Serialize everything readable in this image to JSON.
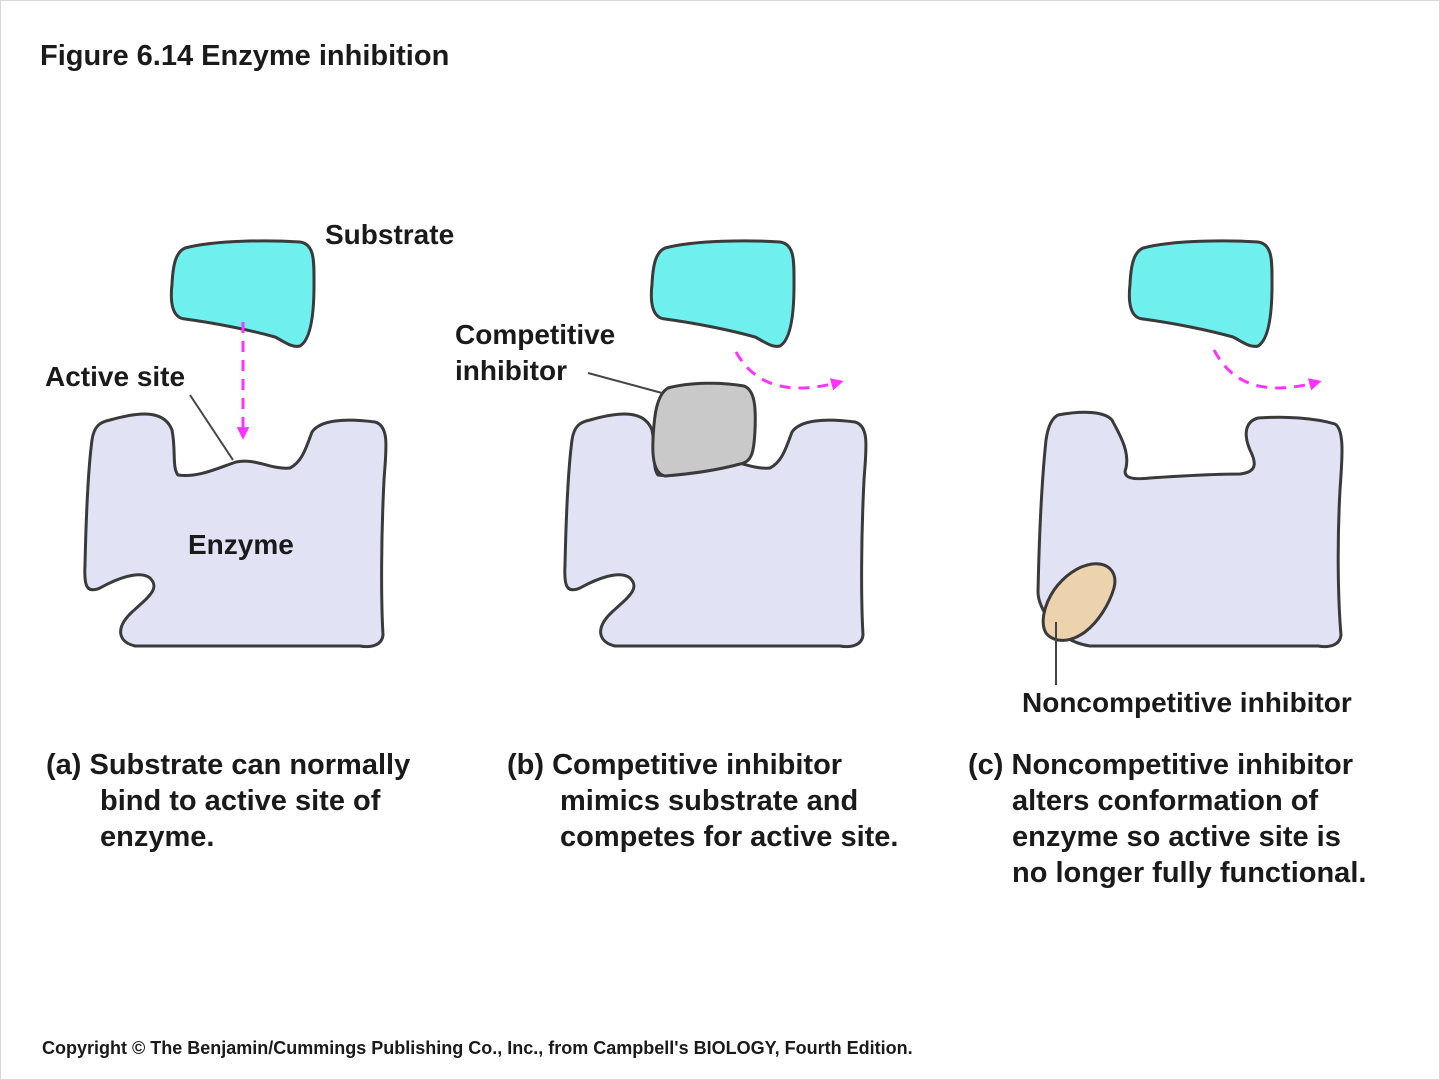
{
  "figure": {
    "title": "Figure 6.14  Enzyme inhibition",
    "copyright": "Copyright © The Benjamin/Cummings Publishing Co., Inc., from Campbell's BIOLOGY, Fourth Edition."
  },
  "colors": {
    "enzyme_fill": "#e1e3f5",
    "outline": "#3a3a3a",
    "substrate_fill": "#6ff0ee",
    "competitive_inhibitor_fill": "#c9c9c9",
    "noncompetitive_inhibitor_fill": "#edd2ae",
    "arrow": "#ff33ff"
  },
  "panel_a": {
    "labels": {
      "substrate": "Substrate",
      "active_site": "Active site",
      "enzyme": "Enzyme"
    },
    "caption": [
      "(a) Substrate can normally",
      "bind to active site of",
      "enzyme."
    ]
  },
  "panel_b": {
    "labels": {
      "inhibitor_line1": "Competitive",
      "inhibitor_line2": "inhibitor"
    },
    "caption": [
      "(b) Competitive inhibitor",
      "mimics substrate and",
      "competes for active site."
    ]
  },
  "panel_c": {
    "labels": {
      "inhibitor": "Noncompetitive inhibitor"
    },
    "caption": [
      "(c) Noncompetitive inhibitor",
      "alters conformation of",
      "enzyme so active site is",
      "no longer fully functional."
    ]
  }
}
